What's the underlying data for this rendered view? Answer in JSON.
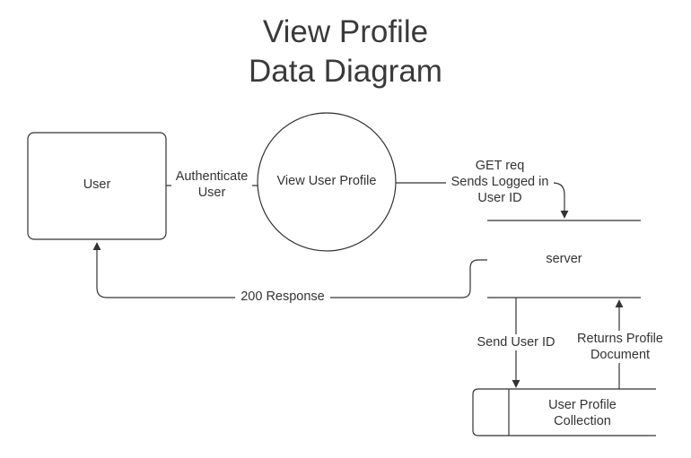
{
  "title": {
    "line1": "View Profile",
    "line2": "Data Diagram"
  },
  "entities": {
    "user": "User",
    "process": "View User Profile",
    "store_server": "server",
    "store_collection_line1": "User Profile",
    "store_collection_line2": "Collection"
  },
  "flows": {
    "authenticate_line1": "Authenticate",
    "authenticate_line2": "User",
    "get_req_line1": "GET req",
    "get_req_line2": "Sends Logged in",
    "get_req_line3": "User ID",
    "response": "200 Response",
    "send_user_id": "Send User ID",
    "returns_line1": "Returns Profile",
    "returns_line2": "Document"
  }
}
